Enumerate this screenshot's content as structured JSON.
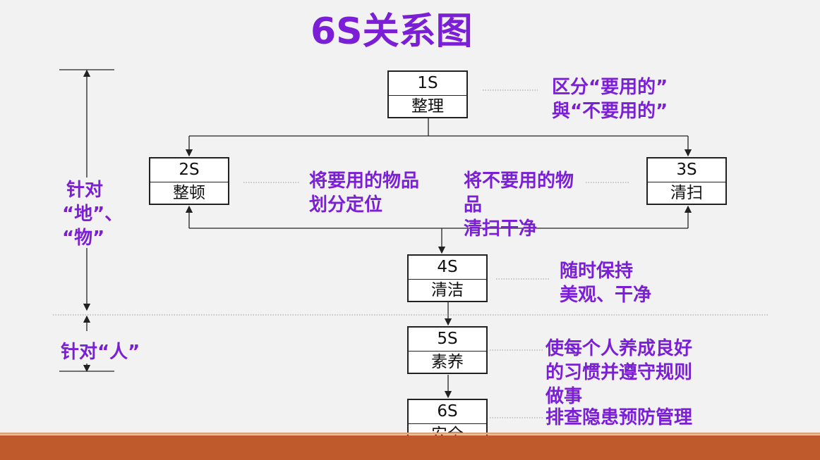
{
  "title": "6S关系图",
  "boxes": [
    {
      "num": "1S",
      "name": "整理"
    },
    {
      "num": "2S",
      "name": "整顿"
    },
    {
      "num": "3S",
      "name": "清扫"
    },
    {
      "num": "4S",
      "name": "清洁"
    },
    {
      "num": "5S",
      "name": "素养"
    },
    {
      "num": "6S",
      "name": "安全"
    }
  ],
  "notes": {
    "s1": [
      "区分“要用的”",
      "與“不要用的”"
    ],
    "s2": [
      "将要用的物品",
      "划分定位"
    ],
    "s3": [
      "将不要用的物",
      "品",
      "清扫干净"
    ],
    "s4": [
      "随时保持",
      "美观、干净"
    ],
    "s5": [
      "使每个人养成良好",
      "的习惯并遵守规则",
      "做事"
    ],
    "s6": [
      "排查隐患预防管理"
    ]
  },
  "side": {
    "things": [
      "针对",
      "“地”、",
      "“物”"
    ],
    "people": "针对“人”"
  },
  "colors": {
    "accent": "#7b1fd6",
    "footer_bar": "#bf5a2c",
    "background": "#f2f2f2"
  }
}
